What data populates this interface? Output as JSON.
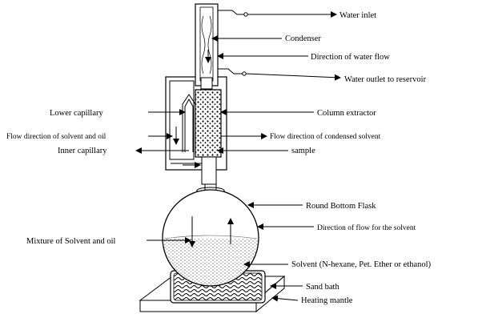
{
  "labels": {
    "water_inlet": "Water  inlet",
    "condenser": "Condenser",
    "direction_water_flow": "Direction  of  water  flow",
    "water_outlet": "Water  outlet  to  reservoir",
    "lower_capillary": "Lower capillary",
    "column_extractor": "Column  extractor",
    "flow_solvent_oil": "Flow  direction  of  solvent  and  oil",
    "flow_condensed_solvent": "Flow  direction  of  condensed  solvent",
    "inner_capillary": "Inner capillary",
    "sample": "sample",
    "round_bottom_flask": "Round Bottom Flask",
    "direction_flow_solvent": "Direction  of  flow  for  the  solvent",
    "mixture": "Mixture of Solvent and oil",
    "solvent": "Solvent (N-hexane, Pet. Ether or ethanol)",
    "sand_bath": "Sand bath",
    "heating_mantle": "Heating mantle"
  }
}
